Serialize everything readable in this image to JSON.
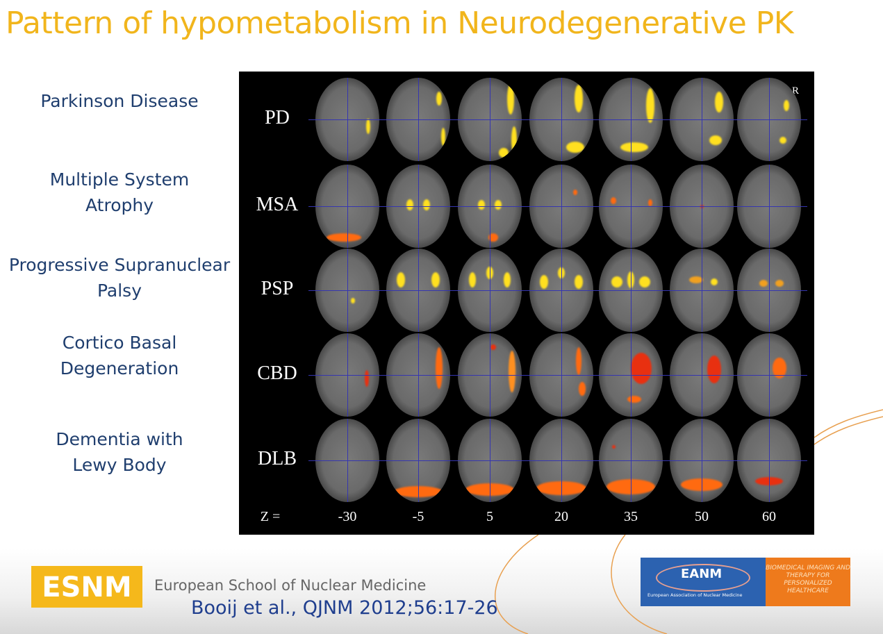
{
  "title": "Pattern of hypometabolism in Neurodegenerative PK",
  "diseases": [
    {
      "name_lines": [
        "Parkinson Disease"
      ],
      "abbr": "PD"
    },
    {
      "name_lines": [
        "Multiple System",
        "Atrophy"
      ],
      "abbr": "MSA"
    },
    {
      "name_lines": [
        "Progressive Supranuclear",
        "Palsy"
      ],
      "abbr": "PSP"
    },
    {
      "name_lines": [
        "Cortico Basal",
        "Degeneration"
      ],
      "abbr": "CBD"
    },
    {
      "name_lines": [
        "Dementia with",
        "Lewy Body"
      ],
      "abbr": "DLB"
    }
  ],
  "figure": {
    "z_label": "Z =",
    "z_values": [
      "-30",
      "-5",
      "5",
      "20",
      "35",
      "50",
      "60"
    ],
    "orientation_marker": "R"
  },
  "footer": {
    "esnm_logo": "ESNM",
    "school": "European School of Nuclear Medicine",
    "citation": "Booij et al., QJNM 2012;56:17-26",
    "eanm_logo": {
      "name": "EANM",
      "subtitle": "European Association of Nuclear Medicine",
      "tagline": "BIOMEDICAL IMAGING AND THERAPY FOR PERSONALIZED HEALTHCARE"
    }
  },
  "colors": {
    "title": "#f1b51c",
    "label": "#1f3e6e",
    "esnm": "#f5b81b",
    "eanm_blue": "#2c62b0",
    "eanm_orange": "#ee7a1c"
  }
}
